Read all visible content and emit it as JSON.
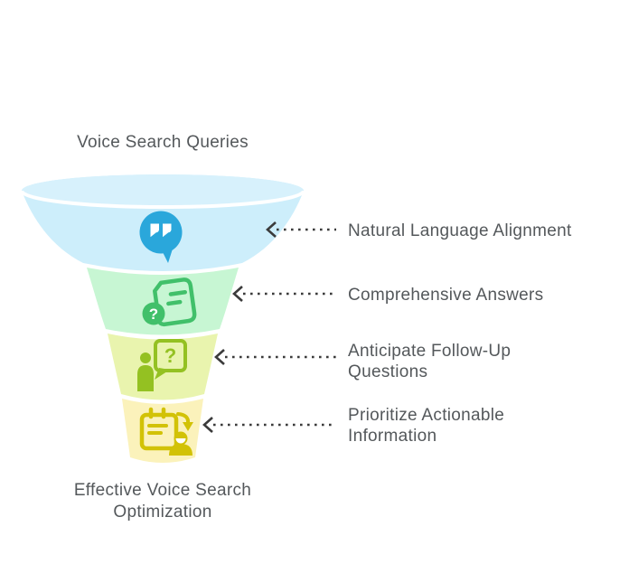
{
  "diagram": {
    "title": "Voice Search Queries",
    "footer": "Effective Voice Search Optimization",
    "arrow_color": "#3b3b3b",
    "text_color": "#54585b",
    "background_color": "#ffffff",
    "funnel_mouth_color": "#d7f1fc",
    "levels": [
      {
        "label": "Natural Language Alignment",
        "fill": "#cdeefb",
        "icon": "speech-bubble-quotes-icon",
        "icon_color": "#2aa7db"
      },
      {
        "label": "Comprehensive Answers",
        "fill": "#c7f6d3",
        "icon": "document-question-icon",
        "icon_color": "#41c06a",
        "icon_glyph": "?"
      },
      {
        "label": "Anticipate Follow-Up Questions",
        "fill": "#e9f4ae",
        "icon": "person-question-bubble-icon",
        "icon_color": "#94c122",
        "icon_glyph": "?"
      },
      {
        "label": "Prioritize Actionable Information",
        "fill": "#fbf2bb",
        "icon": "clipboard-sync-person-icon",
        "icon_color": "#d2c206"
      }
    ]
  }
}
